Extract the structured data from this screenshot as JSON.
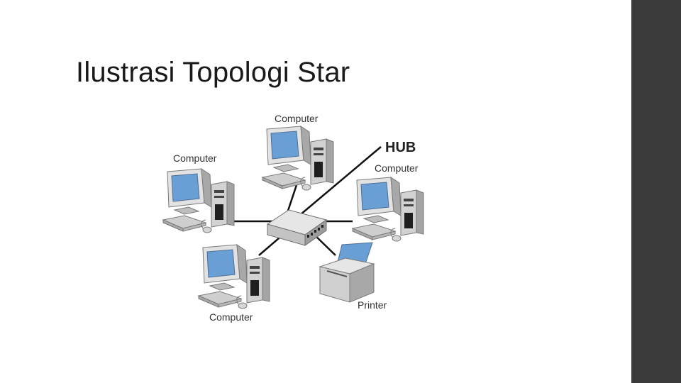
{
  "slide": {
    "title": "Ilustrasi Topologi Star"
  },
  "diagram": {
    "hub_label": "HUB",
    "labels": {
      "computer_top": "Computer",
      "computer_left": "Computer",
      "computer_right": "Computer",
      "computer_bottom": "Computer",
      "printer": "Printer"
    }
  },
  "colors": {
    "side_bar": "#3b3b3b",
    "screen": "#6a9fd6",
    "device_body": "#d8d8d8"
  }
}
